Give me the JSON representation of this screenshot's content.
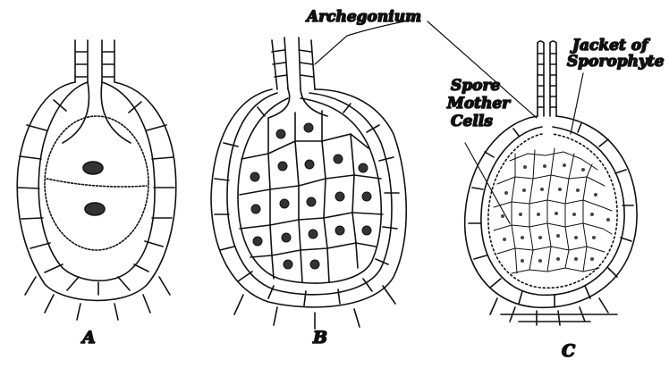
{
  "labels": {
    "archegonium": "Archegonium",
    "jacket_line1": "Jacket of",
    "jacket_line2": "Sporophyte",
    "spore_line1": "Spore",
    "spore_line2": "Mother",
    "spore_line3": "Cells"
  },
  "panels": {
    "a": "A",
    "b": "B",
    "c": "C"
  }
}
